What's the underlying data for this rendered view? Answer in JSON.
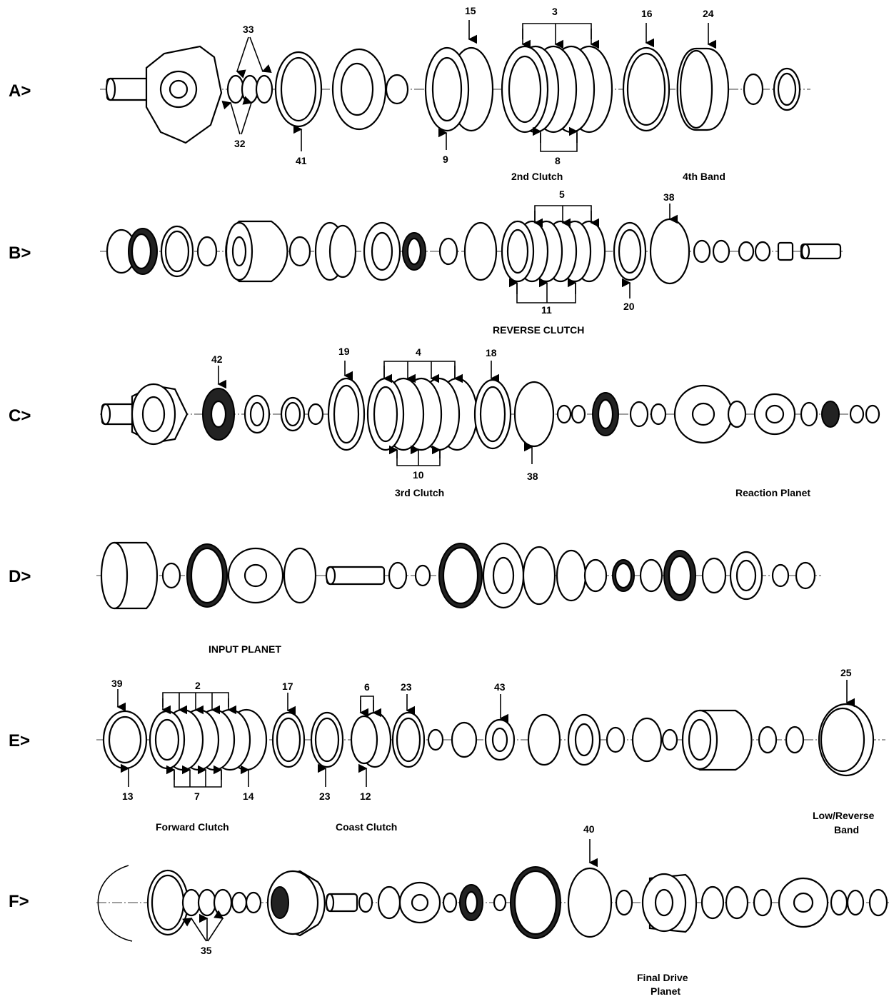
{
  "rows": [
    {
      "label": "A>"
    },
    {
      "label": "B>"
    },
    {
      "label": "C>"
    },
    {
      "label": "D>"
    },
    {
      "label": "E>"
    },
    {
      "label": "F>"
    }
  ],
  "callouts": {
    "A": {
      "n15": "15",
      "n3": "3",
      "n16": "16",
      "n24": "24",
      "n33": "33",
      "n32": "32",
      "n41": "41",
      "n9": "9",
      "n8": "8"
    },
    "B": {
      "n5": "5",
      "n38": "38",
      "n11": "11",
      "n20": "20"
    },
    "C": {
      "n42": "42",
      "n19": "19",
      "n4": "4",
      "n18": "18",
      "n10": "10",
      "n38": "38"
    },
    "E": {
      "n39": "39",
      "n2": "2",
      "n17": "17",
      "n6": "6",
      "n23a": "23",
      "n43": "43",
      "n25": "25",
      "n13": "13",
      "n7": "7",
      "n14": "14",
      "n23b": "23",
      "n12": "12"
    },
    "F": {
      "n40": "40",
      "n35": "35"
    }
  },
  "captions": {
    "second_clutch": "2nd Clutch",
    "fourth_band": "4th Band",
    "reverse_clutch": "REVERSE CLUTCH",
    "third_clutch": "3rd Clutch",
    "reaction_planet": "Reaction Planet",
    "input_planet": "INPUT PLANET",
    "forward_clutch": "Forward Clutch",
    "coast_clutch": "Coast Clutch",
    "low_reverse_band_1": "Low/Reverse",
    "low_reverse_band_2": "Band",
    "final_drive_planet_1": "Final Drive",
    "final_drive_planet_2": "Planet"
  }
}
